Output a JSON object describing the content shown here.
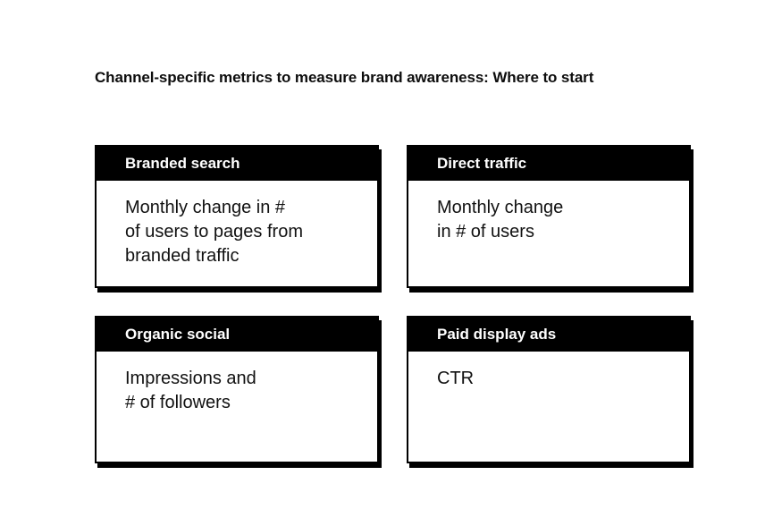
{
  "page": {
    "title": "Channel-specific metrics to measure brand awareness: Where to start"
  },
  "colors": {
    "background": "#ffffff",
    "ink": "#000000",
    "card_header_bg": "#000000",
    "card_header_text": "#ffffff",
    "card_body_bg": "#ffffff"
  },
  "cards": [
    {
      "header": "Branded search",
      "body": "Monthly change in #\nof users to pages from\nbranded traffic"
    },
    {
      "header": "Direct traffic",
      "body": "Monthly change\nin # of users"
    },
    {
      "header": "Organic social",
      "body": "Impressions and\n# of followers"
    },
    {
      "header": "Paid display ads",
      "body": "CTR"
    }
  ]
}
